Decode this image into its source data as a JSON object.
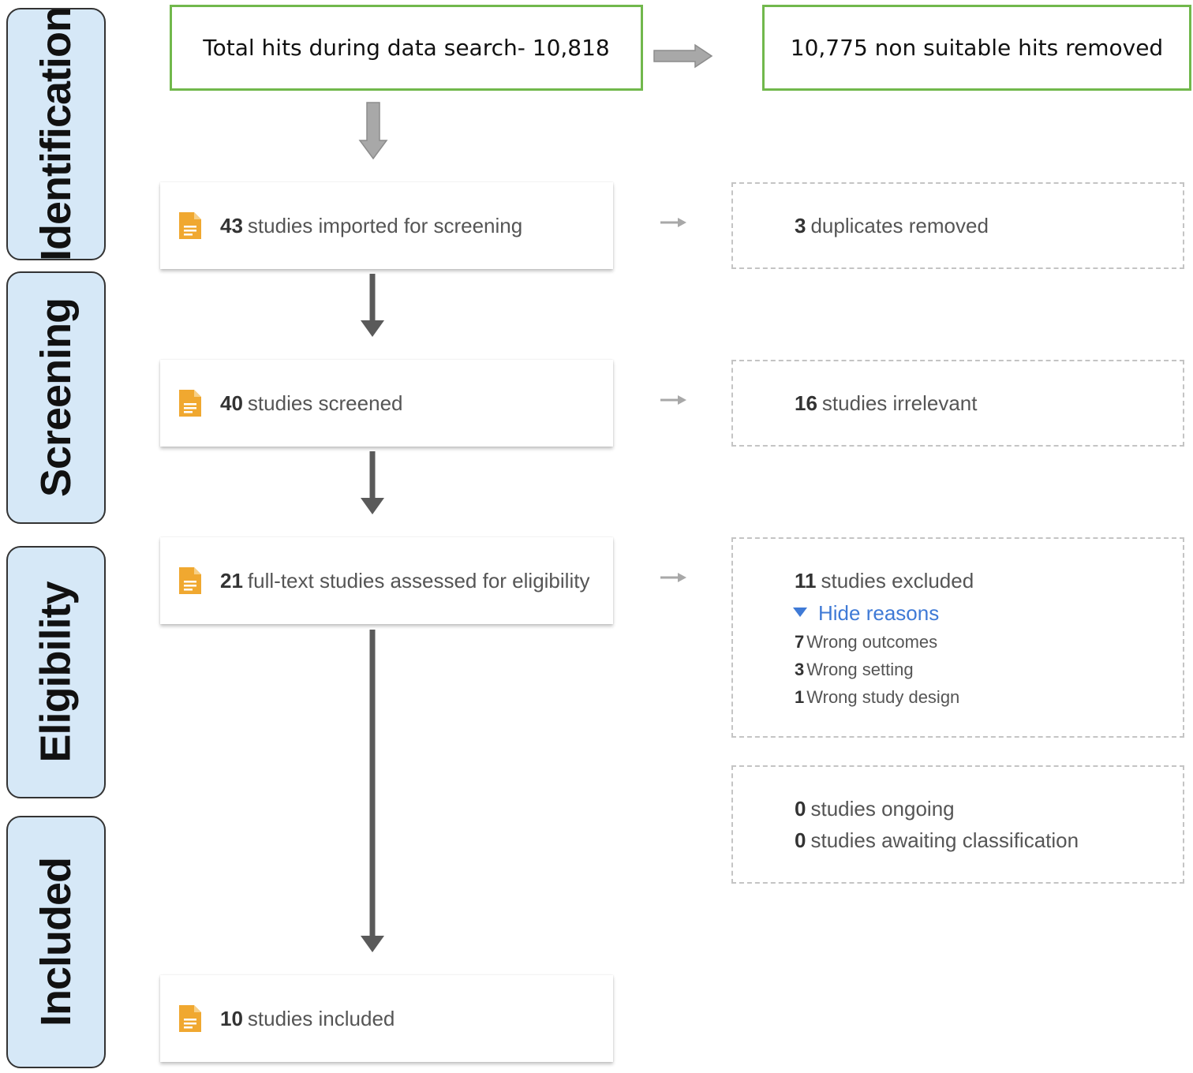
{
  "stages": {
    "identification": "Identification",
    "screening": "Screening",
    "eligibility": "Eligibility",
    "included": "Included"
  },
  "search": {
    "total_hits": "Total hits during data search- 10,818",
    "removed": "10,775 non suitable hits removed"
  },
  "cards": {
    "imported": {
      "num": "43",
      "text": "studies imported for screening"
    },
    "screened": {
      "num": "40",
      "text": "studies screened"
    },
    "assessed": {
      "num": "21",
      "text": "full-text studies assessed for eligibility"
    },
    "included": {
      "num": "10",
      "text": "studies included"
    }
  },
  "side": {
    "duplicates": {
      "num": "3",
      "text": "duplicates removed"
    },
    "irrelevant": {
      "num": "16",
      "text": "studies irrelevant"
    },
    "excluded": {
      "num": "11",
      "text": "studies excluded",
      "toggle": "Hide reasons",
      "reasons": [
        {
          "num": "7",
          "text": "Wrong outcomes"
        },
        {
          "num": "3",
          "text": "Wrong setting"
        },
        {
          "num": "1",
          "text": "Wrong study design"
        }
      ]
    },
    "ongoing": {
      "num": "0",
      "text": "studies ongoing"
    },
    "awaiting": {
      "num": "0",
      "text": "studies awaiting classification"
    }
  },
  "colors": {
    "stage_fill": "#d6e8f7",
    "green_border": "#71b84c",
    "icon_orange": "#f0a830",
    "link_blue": "#3f7ad6",
    "arrow_dark": "#5a5a5a"
  }
}
